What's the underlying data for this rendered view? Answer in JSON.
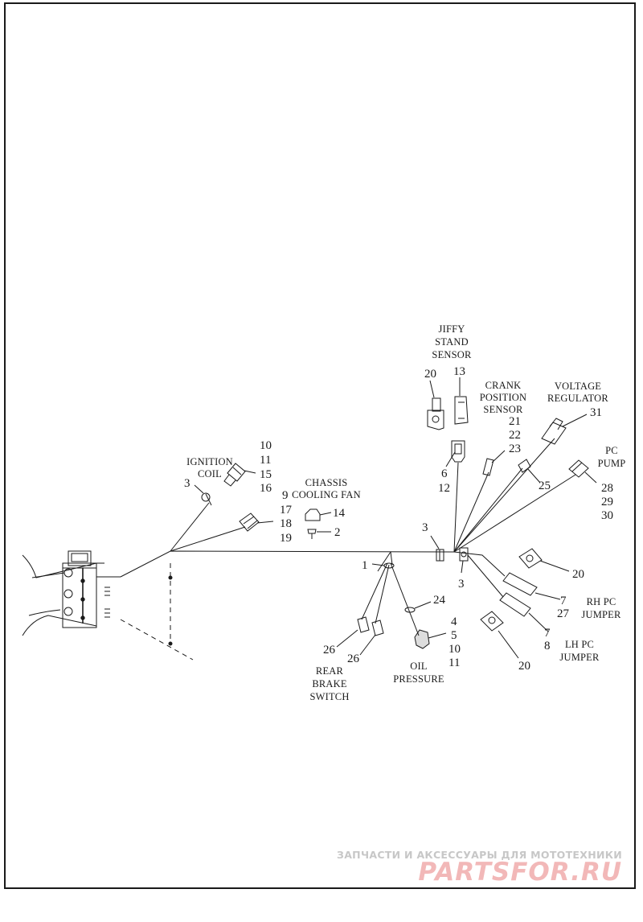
{
  "callouts": {
    "c1": "1",
    "c2": "2",
    "c3a": "3",
    "c3b": "3",
    "c3c": "3",
    "c4": "4",
    "c5": "5",
    "c6": "6",
    "c7a": "7",
    "c7b": "7",
    "c8": "8",
    "c9": "9",
    "c10a": "10",
    "c10b": "10",
    "c11a": "11",
    "c11b": "11",
    "c12": "12",
    "c13": "13",
    "c14": "14",
    "c15": "15",
    "c16": "16",
    "c17": "17",
    "c18": "18",
    "c19": "19",
    "c20a": "20",
    "c20b": "20",
    "c20c": "20",
    "c21": "21",
    "c22": "22",
    "c23": "23",
    "c24": "24",
    "c25": "25",
    "c26a": "26",
    "c26b": "26",
    "c27": "27",
    "c28": "28",
    "c29": "29",
    "c30": "30",
    "c31": "31"
  },
  "captions": {
    "jiffy": [
      "JIFFY",
      "STAND",
      "SENSOR"
    ],
    "crank": [
      "CRANK",
      "POSITION",
      "SENSOR"
    ],
    "voltage": [
      "VOLTAGE",
      "REGULATOR"
    ],
    "pcpump": [
      "PC",
      "PUMP"
    ],
    "ignition": [
      "IGNITION",
      "COIL"
    ],
    "chassis": [
      "CHASSIS",
      "COOLING FAN"
    ],
    "rhpc": [
      "RH PC",
      "JUMPER"
    ],
    "lhpc": [
      "LH PC",
      "JUMPER"
    ],
    "oil": [
      "OIL",
      "PRESSURE"
    ],
    "brake": [
      "REAR",
      "BRAKE",
      "SWITCH"
    ]
  },
  "watermark": {
    "line1": "ЗАПЧАСТИ И АКСЕССУАРЫ ДЛЯ МОТОТЕХНИКИ",
    "line2": "PARTSFOR.RU"
  },
  "colors": {
    "ink": "#1a1a1a",
    "watermark_gray": "#c7c7c7",
    "watermark_red": "#f2b8b8"
  }
}
